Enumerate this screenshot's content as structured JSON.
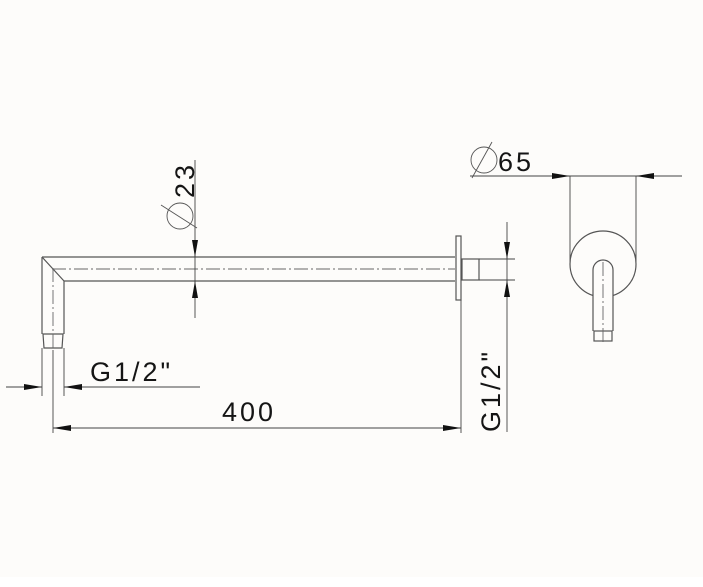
{
  "drawing": {
    "type": "technical-dimension-drawing",
    "subject": "wall-mounted shower arm",
    "views": [
      "side-view",
      "front-view"
    ],
    "units": "mm",
    "colors": {
      "background": "#fdfcfa",
      "line": "#555555",
      "text": "#151515"
    }
  },
  "dimensions": {
    "arm_diameter": {
      "symbol": "⌀",
      "value": "23",
      "label": "⌀23"
    },
    "length": {
      "value": "400",
      "label": "400"
    },
    "outlet_thread": {
      "label": "G1/2\""
    },
    "inlet_thread": {
      "label": "G1/2\""
    },
    "flange_diameter": {
      "symbol": "⌀",
      "value": "65",
      "label": "⌀65"
    }
  }
}
